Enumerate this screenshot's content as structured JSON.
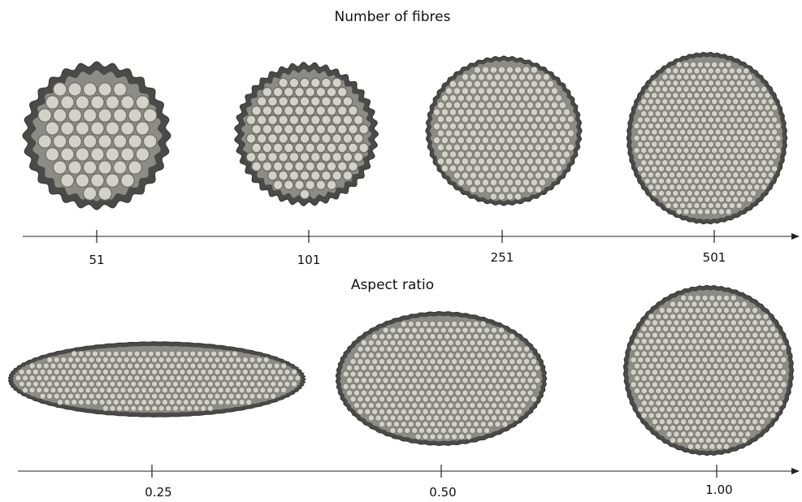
{
  "top_panel": {
    "title": "Number of fibres",
    "items": [
      {
        "label": "51"
      },
      {
        "label": "101"
      },
      {
        "label": "251"
      },
      {
        "label": "501"
      }
    ]
  },
  "bottom_panel": {
    "title": "Aspect ratio",
    "items": [
      {
        "label": "0.25"
      },
      {
        "label": "0.50"
      },
      {
        "label": "1.00"
      }
    ]
  },
  "colors": {
    "outer": "#4a4a48",
    "matrix": "#8c8c87",
    "fibre": "#d2d2c8",
    "fibre_edge": "#6a6a66"
  }
}
